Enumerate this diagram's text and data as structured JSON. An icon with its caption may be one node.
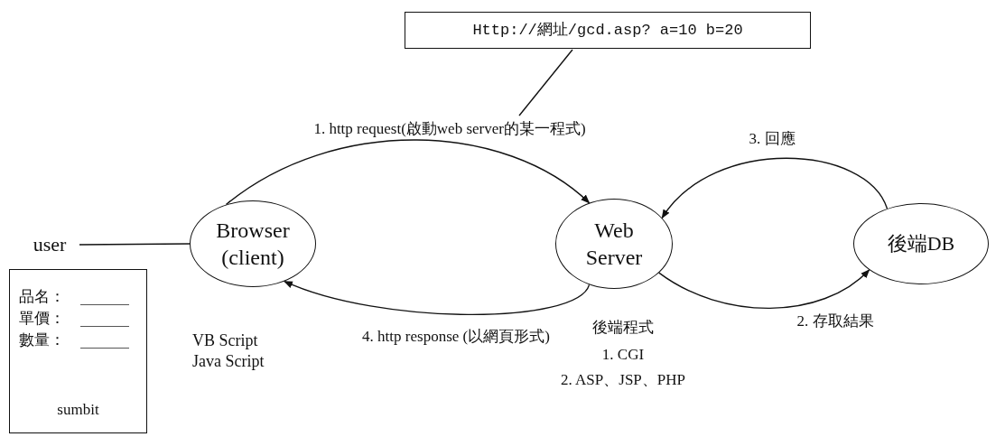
{
  "diagram": {
    "nodes": [
      {
        "text": [
          "Http://網址/gcd.asp? a=10 b=20"
        ]
      },
      {
        "text": [
          "user"
        ]
      },
      {
        "text": [
          "Browser (client)"
        ]
      },
      {
        "text": [
          "Web Server"
        ]
      },
      {
        "text": [
          "後端DB"
        ]
      },
      {
        "text": [
          "品名：",
          "單價：",
          "數量：",
          "sumbit"
        ]
      }
    ],
    "edges": [
      {
        "from": 0,
        "to": null,
        "arrow": "none"
      },
      {
        "from": 1,
        "to": 2,
        "arrow": "none"
      },
      {
        "from": 2,
        "to": 3,
        "arrow": "to",
        "label": "1. http request(啟動web server的某一程式)"
      },
      {
        "from": 4,
        "to": 3,
        "arrow": "to",
        "label": "3. 回應"
      },
      {
        "from": 3,
        "to": 4,
        "arrow": "to",
        "label": "2. 存取結果"
      },
      {
        "from": 3,
        "to": 2,
        "arrow": "to",
        "label": "4. http response (以網頁形式)"
      }
    ],
    "labels": [
      "VB Script",
      "Java Script",
      "後端程式",
      "1. CGI",
      "2. ASP、JSP、PHP"
    ]
  }
}
